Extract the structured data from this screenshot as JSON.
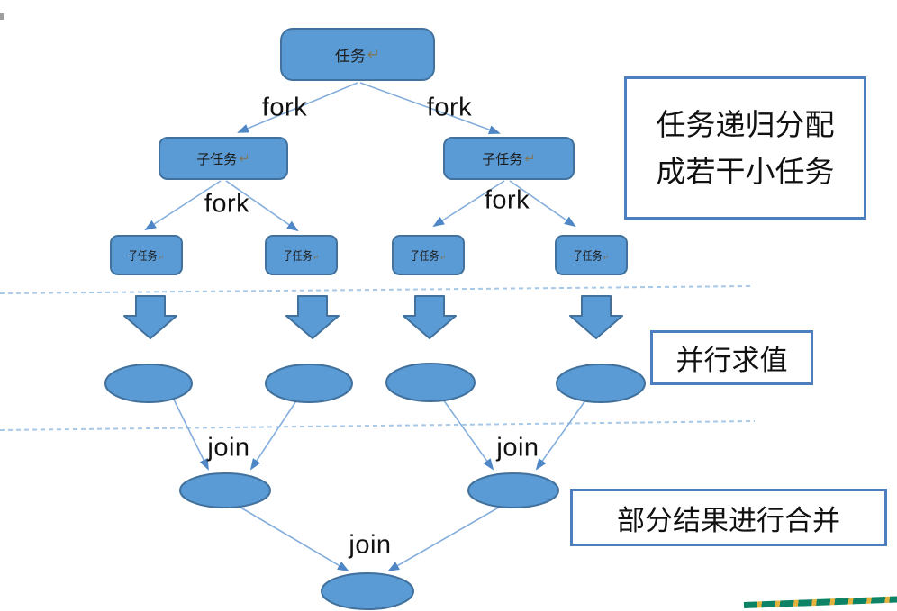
{
  "nodes": {
    "root": "任务",
    "sub": "子任务",
    "leaf": "子任务",
    "mark": "↵"
  },
  "labels": {
    "fork": "fork",
    "join": "join"
  },
  "annotations": {
    "split_line1": "任务递归分配",
    "split_line2": "成若干小任务",
    "parallel": "并行求值",
    "merge": "部分结果进行合并"
  },
  "colors": {
    "node_fill": "#5B9BD5",
    "node_border": "#41719C",
    "connector_line": "#85AEDC",
    "arrowhead": "#4E86C6",
    "dashed_line": "#A8C8E8",
    "annotation_border": "#4D7EC0",
    "bar_green": "#0E8265",
    "bar_yellow": "#E3B33E"
  }
}
